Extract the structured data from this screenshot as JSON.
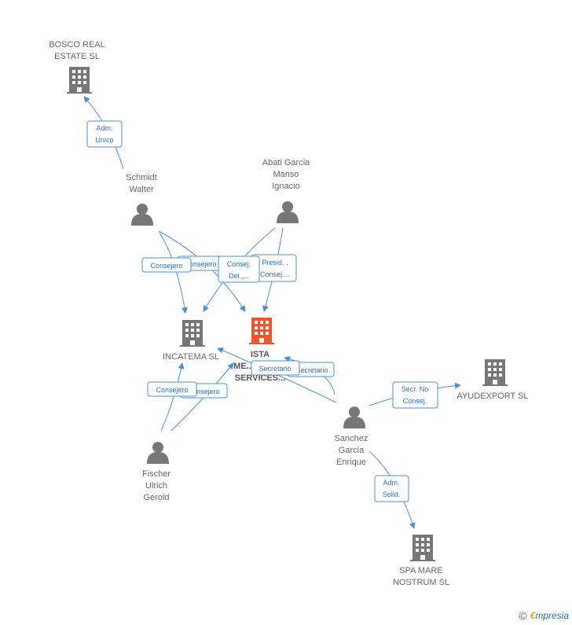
{
  "colors": {
    "edge": "#4a8fd9",
    "node": "#777777",
    "focus": "#f0562a"
  },
  "nodes": {
    "bosco": {
      "label": [
        "BOSCO REAL",
        "ESTATE  SL"
      ],
      "kind": "company"
    },
    "schmidt": {
      "label": [
        "Schmidt",
        "Walter"
      ],
      "kind": "person"
    },
    "abati": {
      "label": [
        "Abati Garcia",
        "Manso",
        "Ignacio"
      ],
      "kind": "person"
    },
    "incatema": {
      "label": [
        "INCATEMA SL"
      ],
      "kind": "company"
    },
    "ista": {
      "label": [
        "ISTA",
        "ME...",
        "SERVICES..."
      ],
      "kind": "company-focus"
    },
    "ayudexport": {
      "label": [
        "AYUDEXPORT SL"
      ],
      "kind": "company"
    },
    "sanchez": {
      "label": [
        "Sanchez",
        "Garcia",
        "Enrique"
      ],
      "kind": "person"
    },
    "fischer": {
      "label": [
        "Fischer",
        "Ulrich",
        "Gerold"
      ],
      "kind": "person"
    },
    "spa": {
      "label": [
        "SPA MARE",
        "NOSTRUM SL"
      ],
      "kind": "company"
    }
  },
  "edges": [
    {
      "id": "schmidt-bosco",
      "label": [
        "Adm.",
        "Unico"
      ]
    },
    {
      "id": "schmidt-incatema",
      "label": [
        "Consejero"
      ]
    },
    {
      "id": "schmidt-ista",
      "label": [
        "Consejero"
      ]
    },
    {
      "id": "abati-incatema",
      "label": [
        "Consej.",
        "Del.,..."
      ]
    },
    {
      "id": "abati-ista",
      "label": [
        "Presid. ,",
        "Consej...."
      ]
    },
    {
      "id": "sanchez-incatema",
      "label": [
        "Secretario"
      ]
    },
    {
      "id": "sanchez-ista",
      "label": [
        "Secretario"
      ]
    },
    {
      "id": "sanchez-ayudexport",
      "label": [
        "Secr.  No",
        "Consej."
      ]
    },
    {
      "id": "sanchez-spa",
      "label": [
        "Adm.",
        "Solid."
      ]
    },
    {
      "id": "fischer-incatema",
      "label": [
        "Consejero"
      ]
    },
    {
      "id": "fischer-ista",
      "label": [
        "Consejero"
      ]
    }
  ],
  "footer": {
    "copyright": "©",
    "brand_first": "€",
    "brand_rest": "mpresia"
  }
}
